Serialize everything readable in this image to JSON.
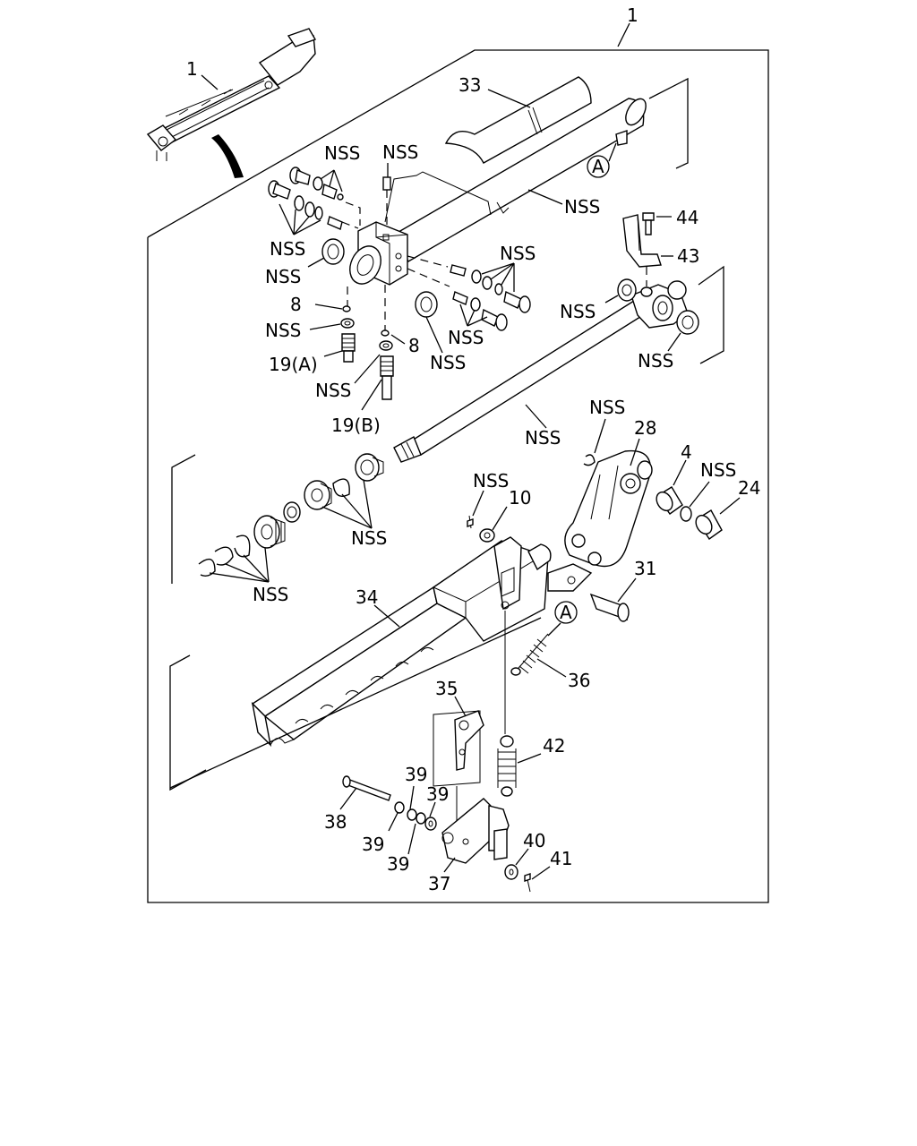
{
  "callouts": {
    "c1_top": "1",
    "c1_inset": "1",
    "c33": "33",
    "c44": "44",
    "c43": "43",
    "c8a": "8",
    "c8b": "8",
    "c19a": "19(A)",
    "c19b": "19(B)",
    "c28": "28",
    "c4": "4",
    "c24": "24",
    "c10": "10",
    "c31": "31",
    "c34": "34",
    "c36": "36",
    "c35": "35",
    "c42": "42",
    "c38": "38",
    "c39a": "39",
    "c39b": "39",
    "c39c": "39",
    "c39d": "39",
    "c37": "37",
    "c40": "40",
    "c41": "41",
    "refA1": "A",
    "refA2": "A"
  },
  "nss_label": "NSS"
}
